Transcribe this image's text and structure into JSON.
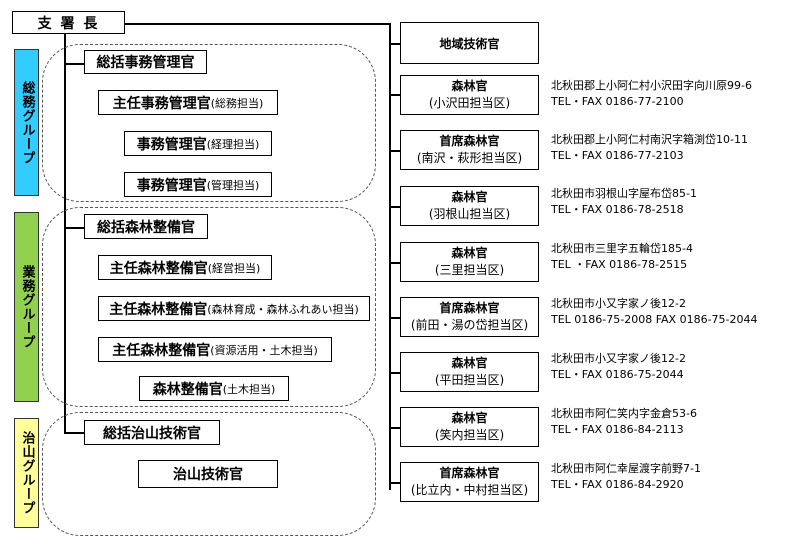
{
  "chief": "支 署 長",
  "groups": {
    "somu": "総務グループ",
    "gyomu": "業務グループ",
    "chisan": "治山グループ"
  },
  "colors": {
    "somu": "#33ccff",
    "gyomu": "#92d050",
    "chisan": "#ffff99"
  },
  "somu": {
    "head": "総括事務管理官",
    "chief_main": "主任事務管理官",
    "chief_sub": "(総務担当)",
    "clerk1_main": "事務管理官",
    "clerk1_sub": "(経理担当)",
    "clerk2_main": "事務管理官",
    "clerk2_sub": "(管理担当)"
  },
  "gyomu": {
    "head": "総括森林整備官",
    "p1_main": "主任森林整備官",
    "p1_sub": "(経営担当)",
    "p2_main": "主任森林整備官",
    "p2_sub": "(森林育成・森林ふれあい担当)",
    "p3_main": "主任森林整備官",
    "p3_sub": "(資源活用・土木担当)",
    "p4_main": "森林整備官",
    "p4_sub": "(土木担当)"
  },
  "chisan": {
    "head": "総括治山技術官",
    "officer": "治山技術官"
  },
  "right": {
    "regional": "地域技術官",
    "offices": [
      {
        "title": "森林官",
        "area": "(小沢田担当区)",
        "addr": "北秋田郡上小阿仁村小沢田字向川原99-6",
        "tel": "TEL・FAX 0186-77-2100"
      },
      {
        "title": "首席森林官",
        "area": "(南沢・萩形担当区)",
        "addr": "北秋田郡上小阿仁村南沢字箱渕岱10-11",
        "tel": "TEL・FAX 0186-77-2103"
      },
      {
        "title": "森林官",
        "area": "(羽根山担当区)",
        "addr": "北秋田市羽根山字屋布岱85-1",
        "tel": "TEL・FAX 0186-78-2518"
      },
      {
        "title": "森林官",
        "area": "(三里担当区)",
        "addr": "北秋田市三里字五輪岱185-4",
        "tel": "TEL ・FAX 0186-78-2515"
      },
      {
        "title": "首席森林官",
        "area": "(前田・湯の岱担当区)",
        "addr": "北秋田市小又字家ノ後12-2",
        "tel": "TEL 0186-75-2008 FAX 0186-75-2044"
      },
      {
        "title": "森林官",
        "area": "(平田担当区)",
        "addr": "北秋田市小又字家ノ後12-2",
        "tel": "TEL・FAX 0186-75-2044"
      },
      {
        "title": "森林官",
        "area": "(笑内担当区)",
        "addr": "北秋田市阿仁笑内字金倉53-6",
        "tel": "TEL・FAX 0186-84-2113"
      },
      {
        "title": "首席森林官",
        "area": "(比立内・中村担当区)",
        "addr": "北秋田市阿仁幸屋渡字前野7-1",
        "tel": "TEL・FAX 0186-84-2920"
      }
    ]
  }
}
